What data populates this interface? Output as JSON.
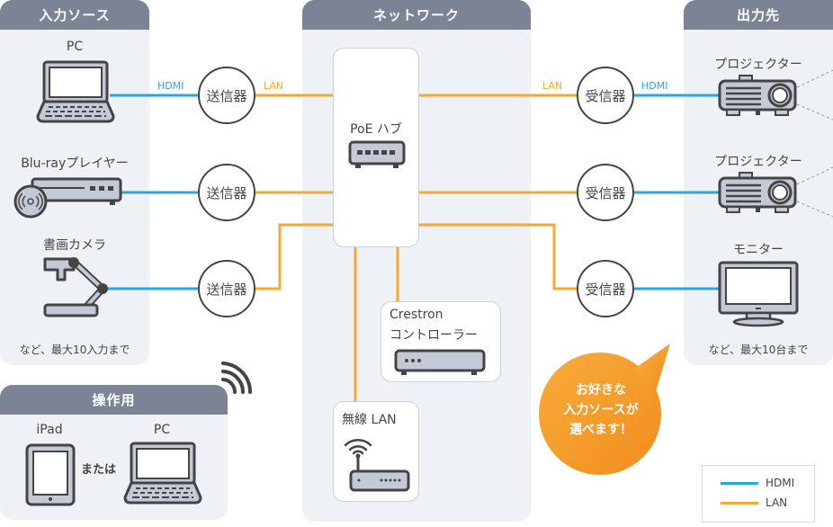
{
  "panels": {
    "input": {
      "title": "入力ソース",
      "note": "など、最大10入力まで"
    },
    "network": {
      "title": "ネットワーク"
    },
    "output": {
      "title": "出力先",
      "note": "など、最大10台まで"
    },
    "operation": {
      "title": "操作用",
      "or_label": "または"
    }
  },
  "input_sources": [
    {
      "label": "PC",
      "icon": "laptop-icon"
    },
    {
      "label": "Blu-rayプレイヤー",
      "icon": "bluray-player-icon"
    },
    {
      "label": "書画カメラ",
      "icon": "document-camera-icon"
    }
  ],
  "operation_devices": [
    {
      "label": "iPad",
      "icon": "tablet-icon"
    },
    {
      "label": "PC",
      "icon": "laptop-icon"
    }
  ],
  "transmitters": [
    "送信器",
    "送信器",
    "送信器"
  ],
  "receivers": [
    "受信器",
    "受信器",
    "受信器"
  ],
  "network_devices": {
    "hub": {
      "label": "PoE ハブ",
      "icon": "switch-hub-icon"
    },
    "controller": {
      "label_line1": "Crestron",
      "label_line2": "コントローラー",
      "icon": "controller-icon"
    },
    "wireless": {
      "label": "無線 LAN",
      "icon": "wifi-router-icon"
    }
  },
  "outputs": [
    {
      "label": "プロジェクター",
      "icon": "projector-icon"
    },
    {
      "label": "プロジェクター",
      "icon": "projector-icon"
    },
    {
      "label": "モニター",
      "icon": "monitor-icon"
    }
  ],
  "cable_labels": {
    "input_hdmi": "HDMI",
    "input_lan": "LAN",
    "output_lan": "LAN",
    "output_hdmi": "HDMI"
  },
  "callout": {
    "line1": "お好きな",
    "line2": "入力ソースが",
    "line3": "選べます！"
  },
  "legend": [
    {
      "label": "HDMI",
      "color": "#2aa6e0"
    },
    {
      "label": "LAN",
      "color": "#f7a833"
    }
  ],
  "colors": {
    "hdmi": "#2aa6e0",
    "lan": "#f7a833",
    "panel_header": "#7b8394",
    "panel_bg": "#eef1f5",
    "callout": "#f39a22"
  }
}
